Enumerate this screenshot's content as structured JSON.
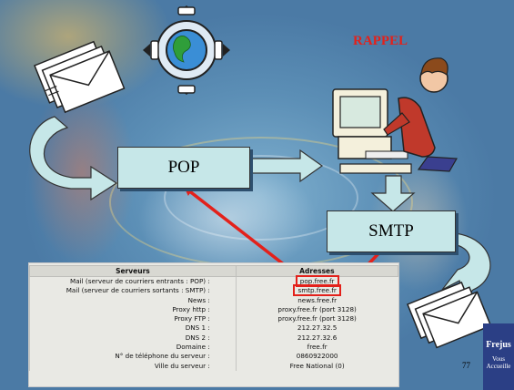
{
  "title": "RAPPEL",
  "nodes": {
    "pop": "POP",
    "smtp": "SMTP"
  },
  "table": {
    "headers": [
      "Serveurs",
      "Adresses"
    ],
    "rows": [
      {
        "label": "Mail (serveur de courriers entrants : POP) :",
        "value": "pop.free.fr",
        "highlight": true
      },
      {
        "label": "Mail (serveur de courriers sortants : SMTP) :",
        "value": "smtp.free.fr",
        "highlight": true
      },
      {
        "label": "News :",
        "value": "news.free.fr",
        "highlight": false
      },
      {
        "label": "Proxy http :",
        "value": "proxy.free.fr (port 3128)",
        "highlight": false
      },
      {
        "label": "Proxy FTP :",
        "value": "proxy.free.fr (port 3128)",
        "highlight": false
      },
      {
        "label": "DNS 1 :",
        "value": "212.27.32.5",
        "highlight": false
      },
      {
        "label": "DNS 2 :",
        "value": "212.27.32.6",
        "highlight": false
      },
      {
        "label": "Domaine :",
        "value": "free.fr",
        "highlight": false
      },
      {
        "label": "N° de téléphone du serveur :",
        "value": "0860922000",
        "highlight": false
      },
      {
        "label": "Ville du serveur :",
        "value": "Free National (0)",
        "highlight": false
      }
    ]
  },
  "page_number": "77",
  "logo": {
    "name": "Frejus",
    "tagline": "Vous Accueille"
  },
  "colors": {
    "box_fill": "#c6e7e8",
    "highlight_red": "#e3211b",
    "arrow_fill": "#c6e7e8"
  },
  "icons": [
    "envelope-stack-icon",
    "globe-icon",
    "person-at-computer-icon",
    "curved-arrow-icon"
  ]
}
